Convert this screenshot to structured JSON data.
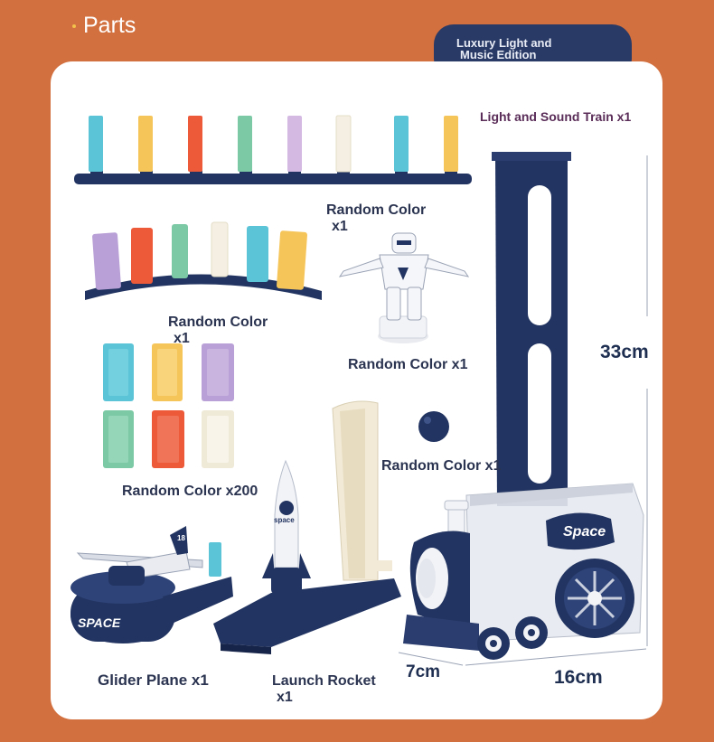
{
  "header": {
    "title": "Parts"
  },
  "badge": {
    "line1": "Luxury Light and",
    "line2": "Music Edition"
  },
  "labels": {
    "train": "Light and Sound Train x1",
    "stand_color_l1": "Random Color",
    "stand_color_l2": "x1",
    "arc_color_l1": "Random Color",
    "arc_color_l2": "x1",
    "robot": "Random Color x1",
    "ball": "Random Color x1",
    "dominoes": "Random Color x200",
    "glider": "Glider Plane x1",
    "rocket_l1": "Launch Rocket",
    "rocket_l2": "x1"
  },
  "dimensions": {
    "height": "33cm",
    "depth": "7cm",
    "width": "16cm"
  },
  "decals": {
    "space_train": "Space",
    "space_base": "SPACE",
    "space_rocket": "space",
    "plane_number": "18"
  },
  "colors": {
    "background": "#d3703f",
    "navy": "#223461",
    "domino_blue": "#5bc4d6",
    "domino_yellow": "#f6c55a",
    "domino_red": "#ec5a3a",
    "domino_green": "#7cc9a6",
    "domino_purple": "#b9a0d6",
    "domino_cream": "#f4efe2"
  }
}
